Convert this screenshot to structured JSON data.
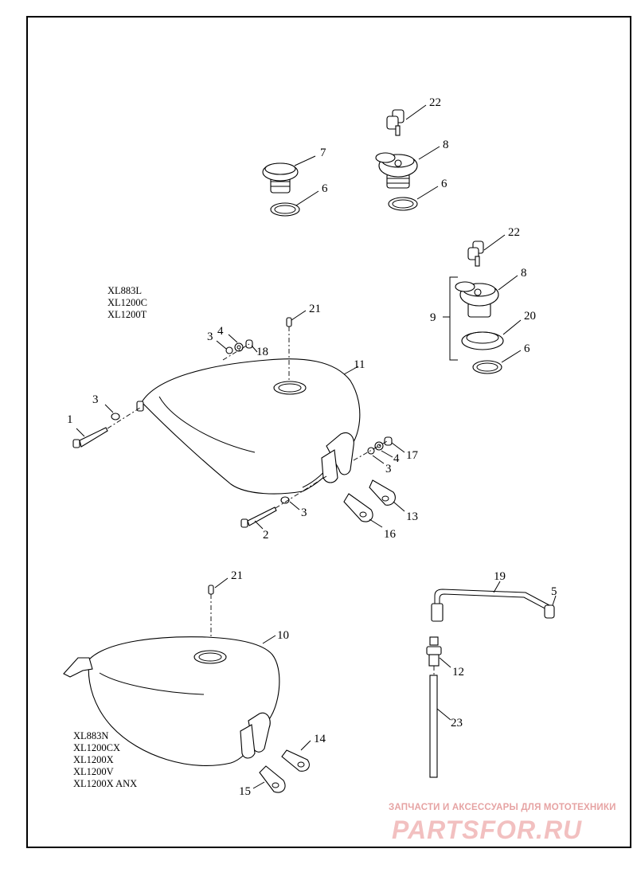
{
  "models_upper": [
    "XL883L",
    "XL1200C",
    "XL1200T"
  ],
  "models_lower": [
    "XL883N",
    "XL1200CX",
    "XL1200X",
    "XL1200V",
    "XL1200X ANX"
  ],
  "callouts": {
    "c1": "1",
    "c2": "2",
    "c3a": "3",
    "c3b": "3",
    "c3c": "3",
    "c3d": "3",
    "c4a": "4",
    "c4b": "4",
    "c5": "5",
    "c6a": "6",
    "c6b": "6",
    "c6c": "6",
    "c7": "7",
    "c8a": "8",
    "c8b": "8",
    "c9": "9",
    "c10": "10",
    "c11": "11",
    "c12": "12",
    "c13": "13",
    "c14": "14",
    "c15": "15",
    "c16": "16",
    "c17": "17",
    "c18": "18",
    "c19": "19",
    "c20": "20",
    "c21a": "21",
    "c21b": "21",
    "c22a": "22",
    "c22b": "22",
    "c23": "23"
  },
  "watermark": {
    "caption": "ЗАПЧАСТИ И АКСЕССУАРЫ ДЛЯ МОТОТЕХНИКИ",
    "logo": "PARTSFOR.RU"
  }
}
